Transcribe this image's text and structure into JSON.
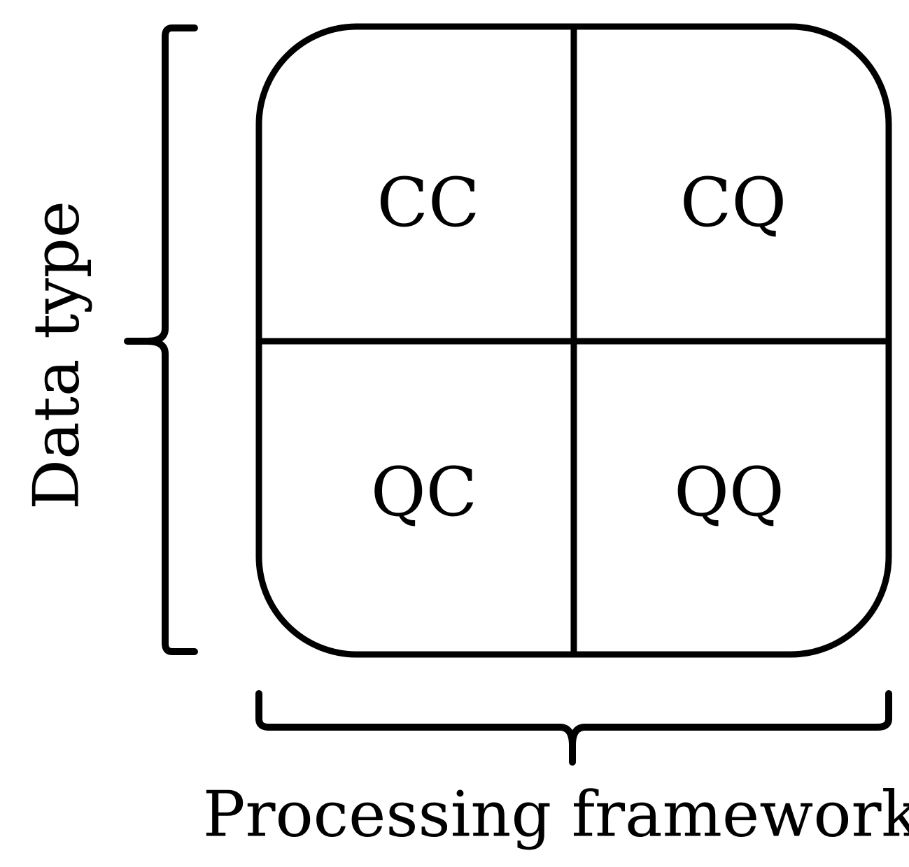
{
  "diagram": {
    "cells": {
      "top_left": "CC",
      "top_right": "CQ",
      "bottom_left": "QC",
      "bottom_right": "QQ"
    },
    "axes": {
      "vertical_label": "Data type",
      "horizontal_label": "Processing framework"
    },
    "colors": {
      "stroke": "#000000",
      "background": "#ffffff"
    }
  }
}
